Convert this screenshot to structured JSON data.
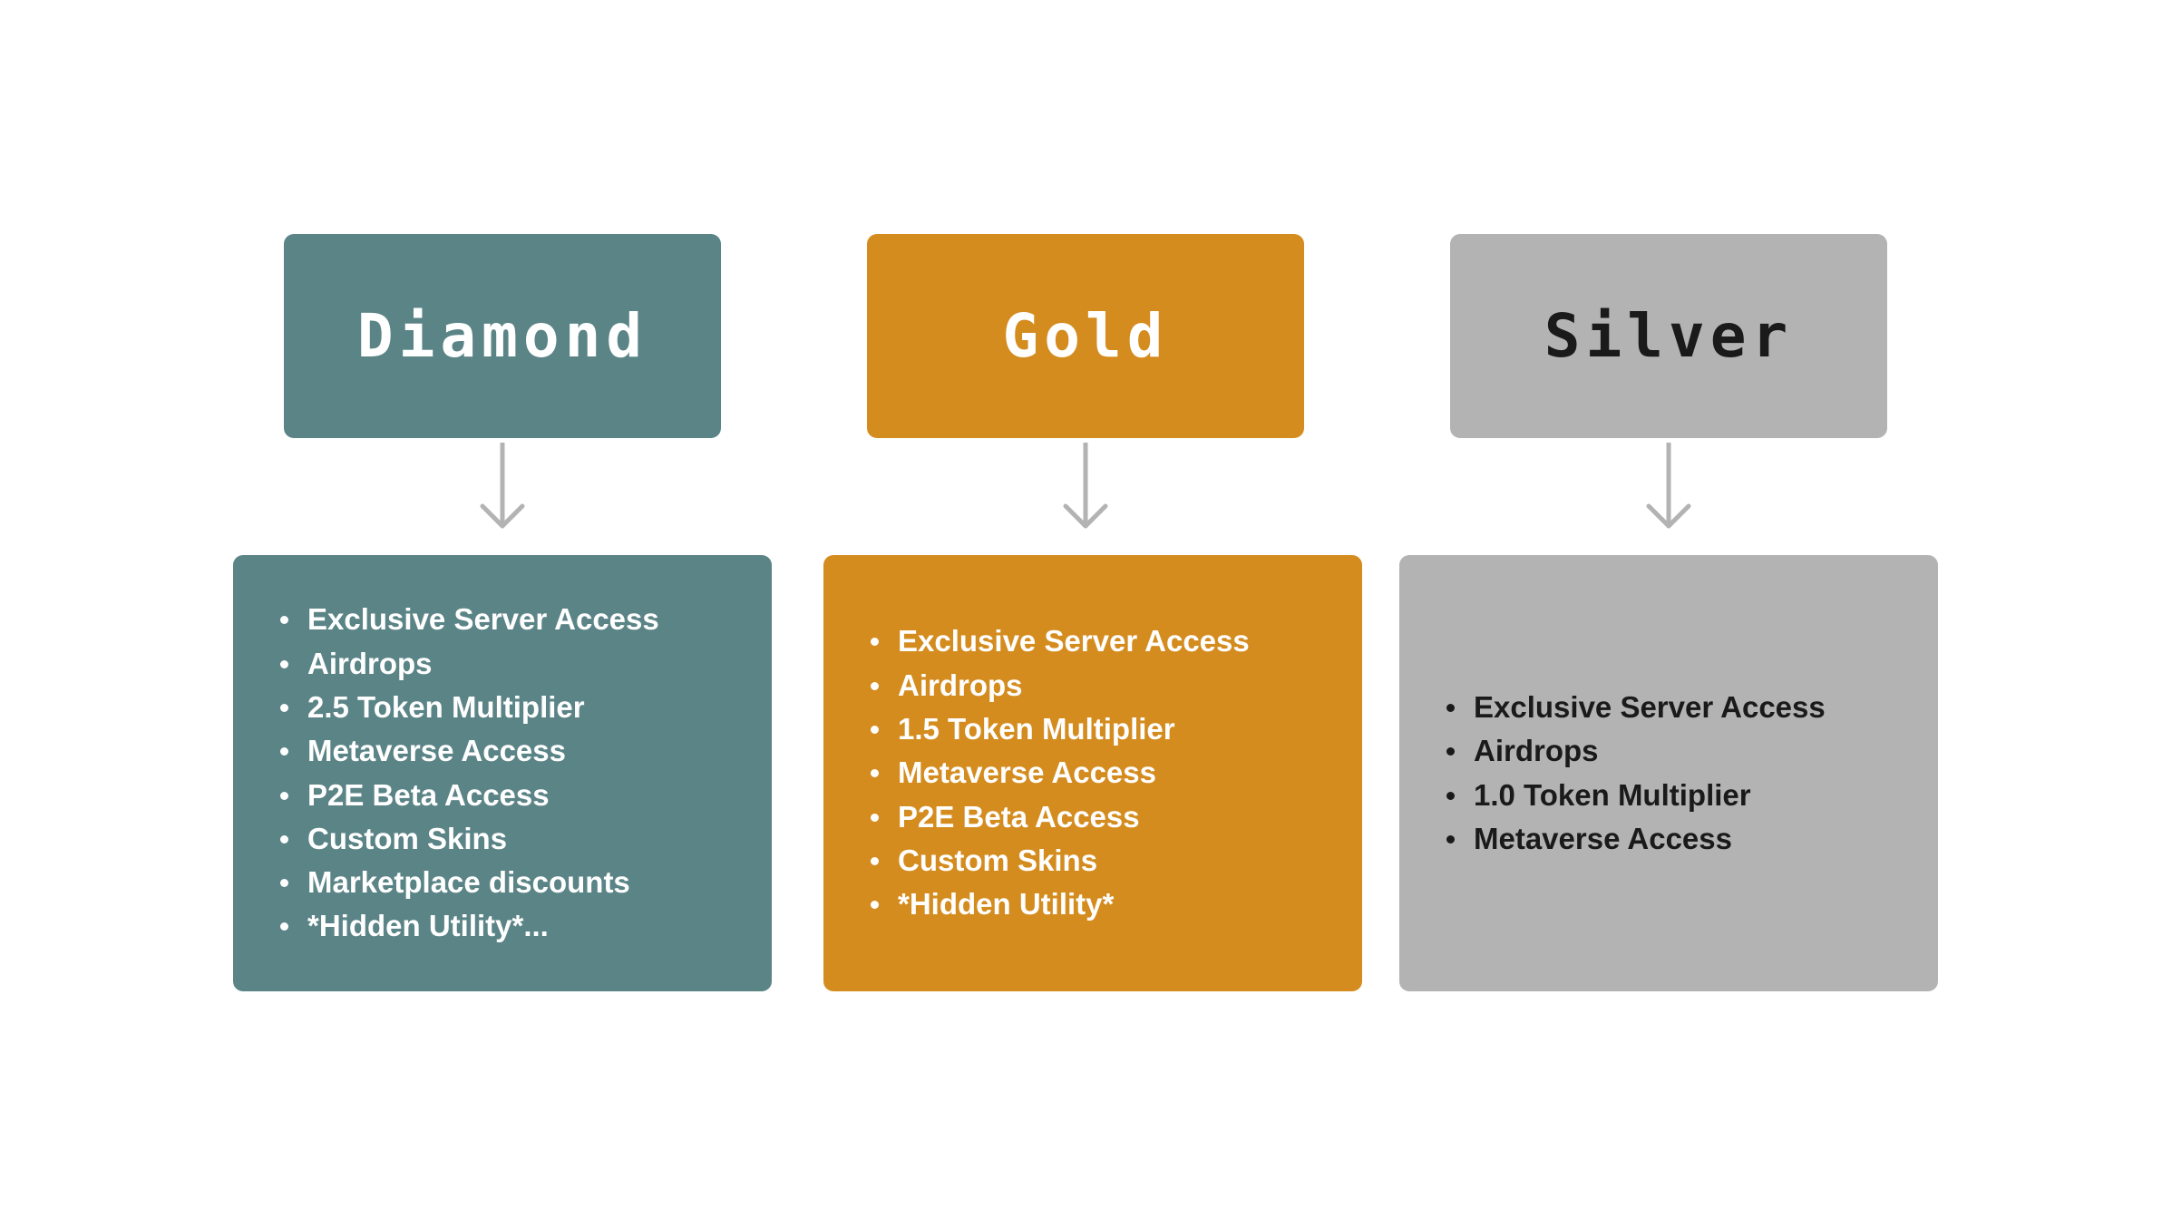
{
  "tiers": [
    {
      "title": "Diamond",
      "header_color": "#5b8487",
      "box_color": "#5b8487",
      "text_color": "#ffffff",
      "benefits": [
        "Exclusive Server Access",
        "Airdrops",
        "2.5 Token Multiplier",
        "Metaverse Access",
        "P2E Beta Access",
        "Custom Skins",
        "Marketplace discounts",
        "*Hidden Utility*..."
      ]
    },
    {
      "title": "Gold",
      "header_color": "#d48c1f",
      "box_color": "#d48c1f",
      "text_color": "#ffffff",
      "benefits": [
        "Exclusive Server Access",
        "Airdrops",
        "1.5 Token Multiplier",
        "Metaverse Access",
        "P2E Beta Access",
        "Custom Skins",
        "*Hidden Utility*"
      ]
    },
    {
      "title": "Silver",
      "header_color": "#b3b3b3",
      "box_color": "#b3b3b3",
      "text_color": "#1a1a1a",
      "benefits": [
        "Exclusive Server Access",
        "Airdrops",
        "1.0 Token Multiplier",
        "Metaverse Access"
      ]
    }
  ],
  "arrow_color": "#b3b3b3"
}
